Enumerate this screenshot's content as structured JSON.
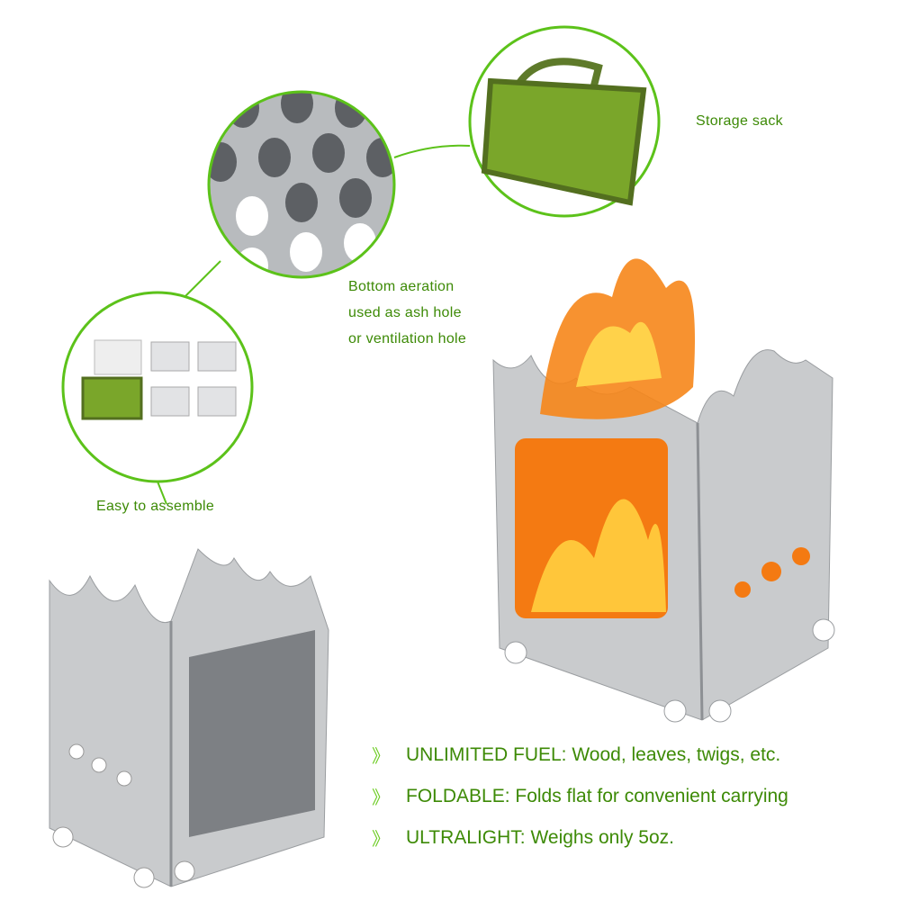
{
  "callouts": {
    "storage": "Storage sack",
    "aeration": [
      "Bottom aeration",
      "used as ash hole",
      "or ventilation hole"
    ],
    "assemble": "Easy to assemble"
  },
  "features": [
    {
      "icon": "double-chevron-icon",
      "text": "UNLIMITED FUEL: Wood, leaves, twigs, etc."
    },
    {
      "icon": "double-chevron-icon",
      "text": "FOLDABLE: Folds flat for convenient carrying"
    },
    {
      "icon": "double-chevron-icon",
      "text": "ULTRALIGHT: Weighs only 5oz."
    }
  ],
  "chevron_glyph": "》",
  "colors": {
    "text": "#3d8a06",
    "circle": "#5cc21a",
    "steel": "#c9cbcd",
    "sack": "#7aa62a",
    "flame": "#f47a12"
  }
}
